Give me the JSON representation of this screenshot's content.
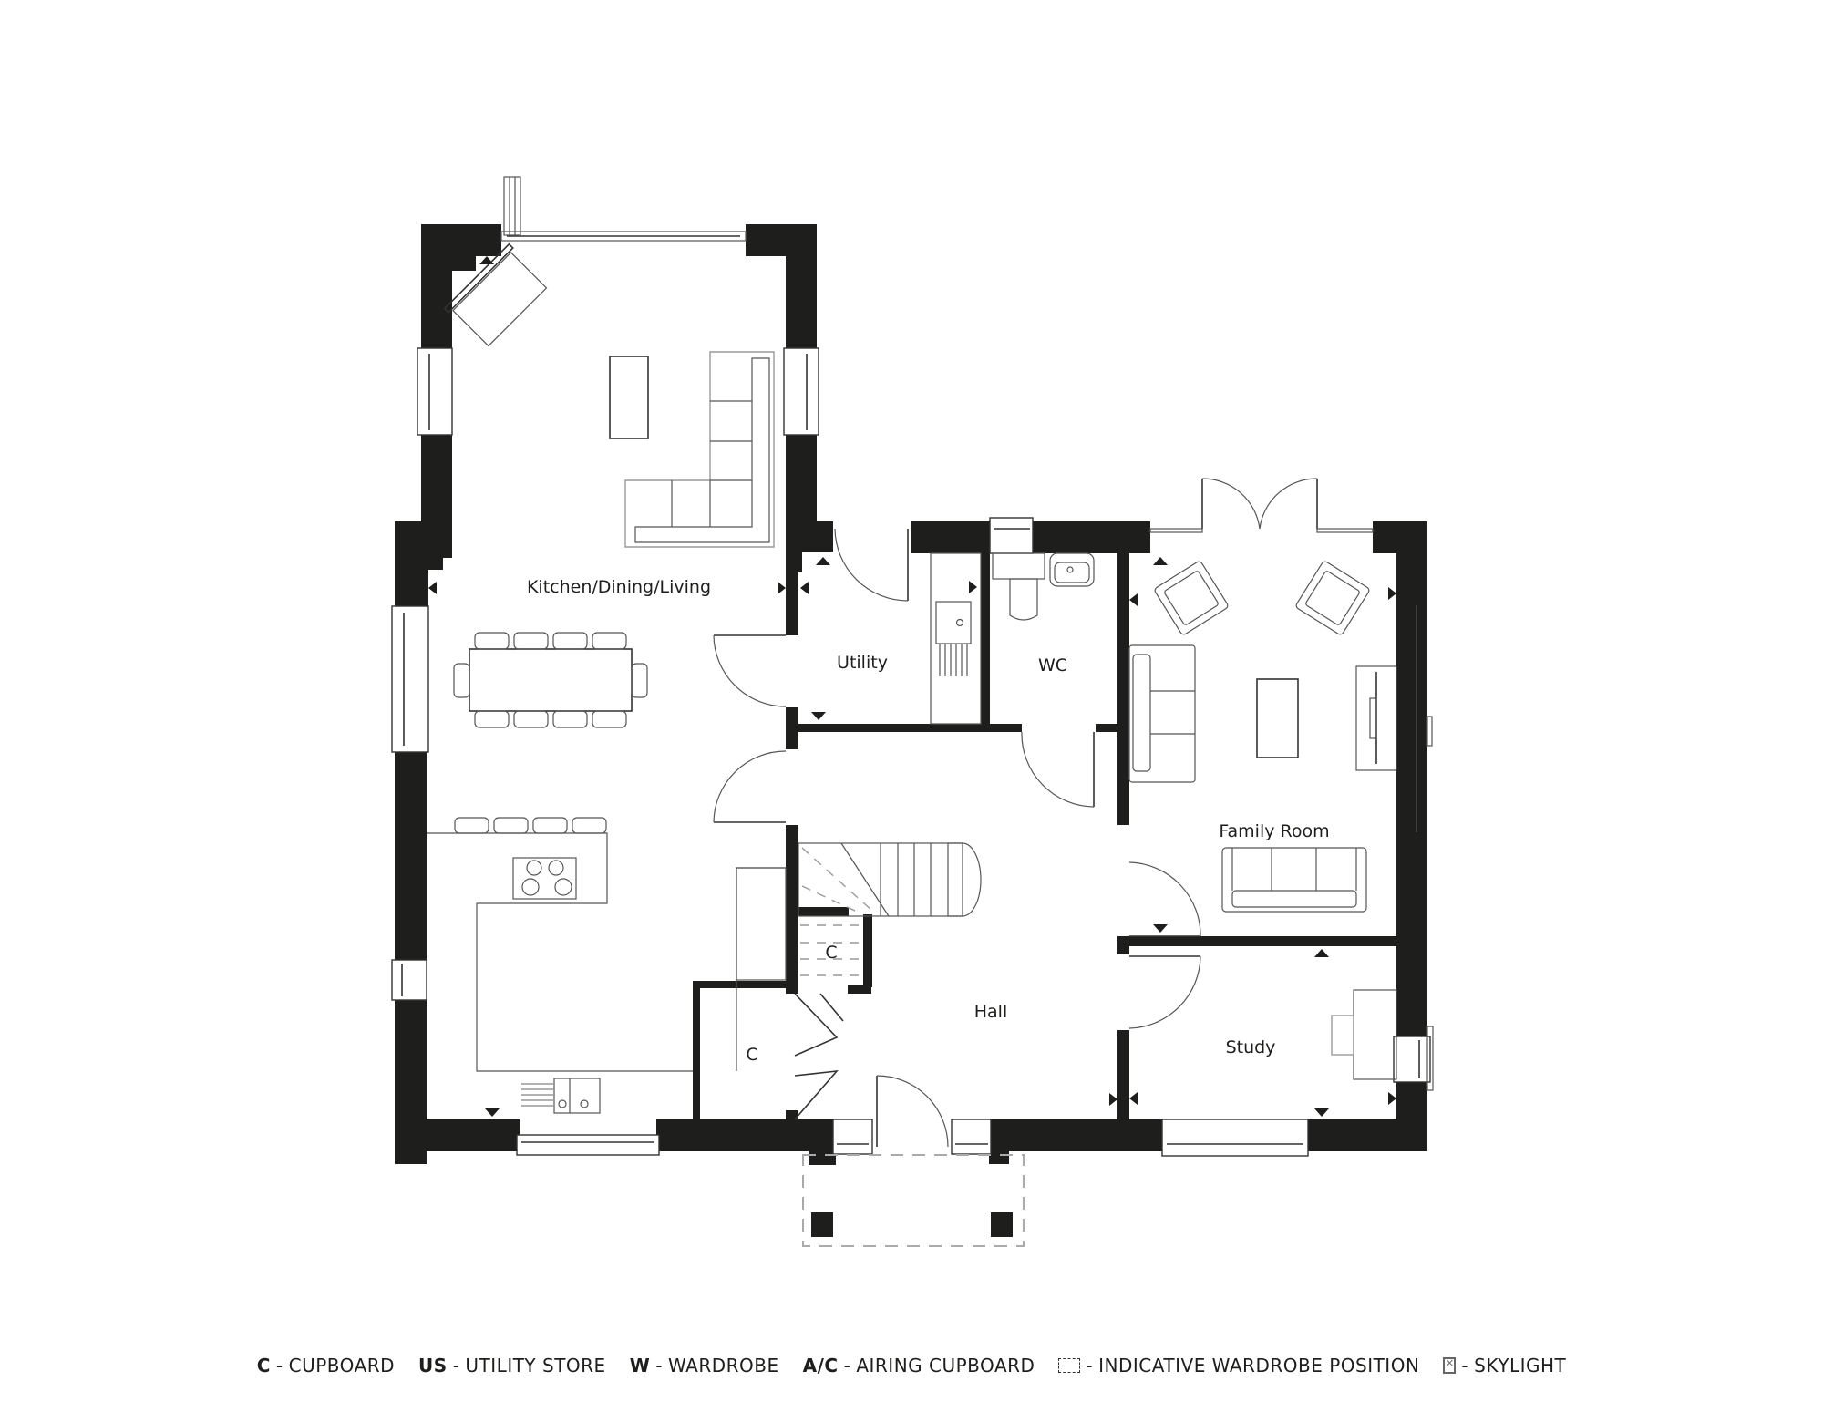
{
  "plan": {
    "rooms": [
      {
        "id": "kitchen",
        "label": "Kitchen/Dining/Living"
      },
      {
        "id": "utility",
        "label": "Utility"
      },
      {
        "id": "wc",
        "label": "WC"
      },
      {
        "id": "family",
        "label": "Family Room"
      },
      {
        "id": "hall",
        "label": "Hall"
      },
      {
        "id": "study",
        "label": "Study"
      },
      {
        "id": "cupboard_under_stairs",
        "label": "C"
      },
      {
        "id": "cupboard_hall",
        "label": "C"
      }
    ]
  },
  "legend": {
    "items": [
      {
        "code": "C",
        "sep": " - ",
        "text": "CUPBOARD"
      },
      {
        "code": "US",
        "sep": " - ",
        "text": "UTILITY STORE"
      },
      {
        "code": "W",
        "sep": " - ",
        "text": "WARDROBE"
      },
      {
        "code": "A/C",
        "sep": " - ",
        "text": "AIRING CUPBOARD"
      },
      {
        "symbol": "dashed-rectangle",
        "sep": "- ",
        "text": "INDICATIVE WARDROBE POSITION"
      },
      {
        "symbol": "skylight",
        "sep": "- ",
        "text": "SKYLIGHT"
      }
    ]
  },
  "colors": {
    "wall": "#1e1e1c",
    "line": "#333333",
    "background": "#ffffff"
  }
}
